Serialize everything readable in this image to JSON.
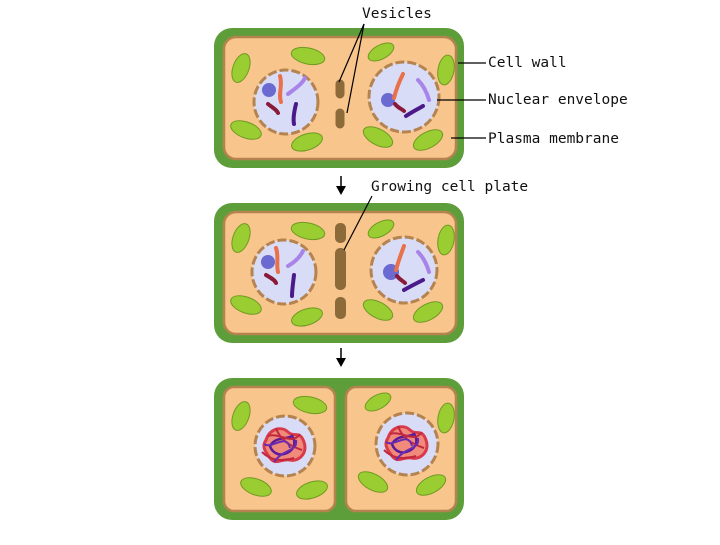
{
  "labels": {
    "vesicles": "Vesicles",
    "cell_wall": "Cell wall",
    "nuclear_envelope": "Nuclear envelope",
    "plasma_membrane": "Plasma membrane",
    "growing_cell_plate": "Growing cell plate"
  },
  "colors": {
    "cell_wall": "#5e9e3a",
    "cytoplasm": "#f8c58c",
    "membrane": "#b5834f",
    "chloroplast": "#9acd32",
    "chloroplast_edge": "#6f9a1f",
    "nucleus": "#d9dcf7",
    "nucleolus": "#6a6ad0",
    "chromosome_orange": "#e8704a",
    "chromosome_lilac": "#a884e8",
    "chromosome_dark": "#4a1a8a",
    "chromosome_maroon": "#8a1a3a",
    "vesicle": "#8c6a3a"
  }
}
